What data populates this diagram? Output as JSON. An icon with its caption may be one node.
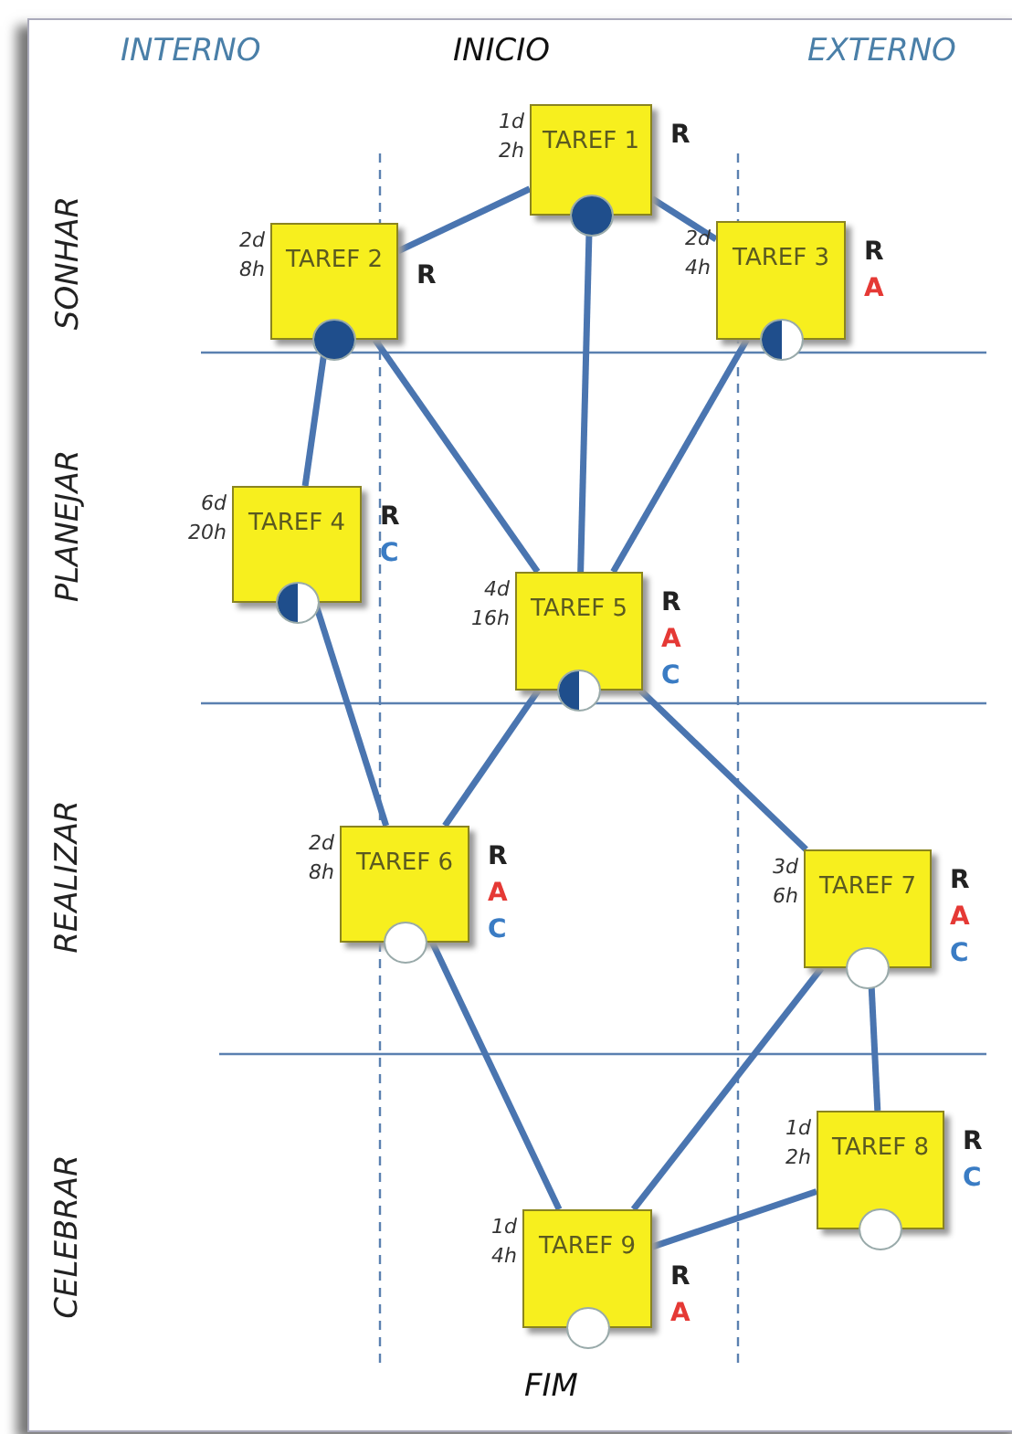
{
  "diagram": {
    "nodes": [
      {
        "text": [
          "TAREF 1"
        ],
        "beside": [
          "1d 2h",
          "R"
        ]
      },
      {
        "text": [
          "TAREF 2"
        ],
        "beside": [
          "2d 8h",
          "R"
        ]
      },
      {
        "text": [
          "TAREF 3"
        ],
        "beside": [
          "2d 4h",
          "R",
          "A"
        ]
      },
      {
        "text": [
          "TAREF 4"
        ],
        "beside": [
          "6d 20h",
          "R",
          "C"
        ]
      },
      {
        "text": [
          "TAREF 5"
        ],
        "beside": [
          "4d 16h",
          "R",
          "A",
          "C"
        ]
      },
      {
        "text": [
          "TAREF 6"
        ],
        "beside": [
          "2d 8h",
          "R",
          "A",
          "C"
        ]
      },
      {
        "text": [
          "TAREF 7"
        ],
        "beside": [
          "3d 6h",
          "R",
          "A",
          "C"
        ]
      },
      {
        "text": [
          "TAREF 8"
        ],
        "beside": [
          "1d 2h",
          "R",
          "C"
        ]
      },
      {
        "text": [
          "TAREF 9"
        ],
        "beside": [
          "1d 4h",
          "R",
          "A"
        ]
      }
    ],
    "edges": [
      {
        "from": 0,
        "to": 1,
        "arrow": "none"
      },
      {
        "from": 0,
        "to": 2,
        "arrow": "none"
      },
      {
        "from": 0,
        "to": 4,
        "arrow": "none"
      },
      {
        "from": 1,
        "to": 3,
        "arrow": "none"
      },
      {
        "from": 1,
        "to": 4,
        "arrow": "none"
      },
      {
        "from": 2,
        "to": 4,
        "arrow": "none"
      },
      {
        "from": 3,
        "to": 5,
        "arrow": "none"
      },
      {
        "from": 4,
        "to": 5,
        "arrow": "none"
      },
      {
        "from": 4,
        "to": 6,
        "arrow": "none"
      },
      {
        "from": 5,
        "to": 8,
        "arrow": "none"
      },
      {
        "from": 6,
        "to": 8,
        "arrow": "none"
      },
      {
        "from": 6,
        "to": 7,
        "arrow": "none"
      },
      {
        "from": 7,
        "to": 8,
        "arrow": "none"
      }
    ],
    "labels": [
      "INTERNO",
      "INICIO",
      "EXTERNO",
      "SONHAR",
      "PLANEJAR",
      "REALIZAR",
      "CELEBRAR",
      "FIM"
    ]
  }
}
